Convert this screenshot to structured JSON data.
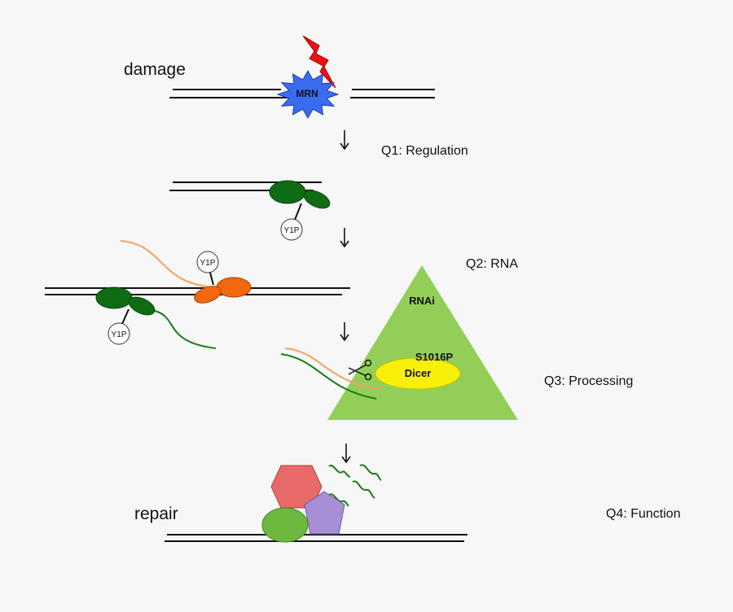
{
  "labels": {
    "damage": "damage",
    "repair": "repair",
    "mrn": "MRN",
    "rnai": "RNAi",
    "s1016p": "S1016P",
    "dicer": "Dicer",
    "y1p_a": "Y1P",
    "y1p_b": "Y1P",
    "y1p_c": "Y1P"
  },
  "questions": {
    "q1": "Q1: Regulation",
    "q2": "Q2: RNA",
    "q3": "Q3: Processing",
    "q4": "Q4: Function"
  },
  "colors": {
    "background": "#f7f7f7",
    "dna": "#111111",
    "mrn_star": "#3a6cf0",
    "lightning": "#ee1111",
    "polymerase_green": "#0f6b14",
    "polymerase_orange": "#f2680f",
    "rna_orange": "#f5a060",
    "rna_green": "#1a7a1a",
    "triangle": "#93cf58",
    "dicer": "#f8f00a",
    "hexagon": "#e86a68",
    "pentagon": "#a88ed4",
    "blob": "#6cb83e"
  }
}
